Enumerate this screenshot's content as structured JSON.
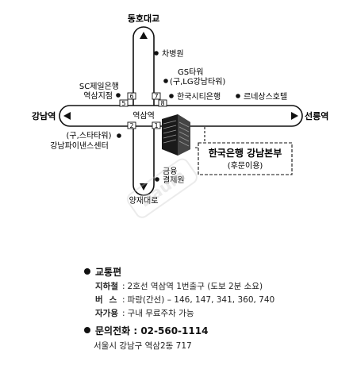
{
  "map": {
    "stations": {
      "north": "동호대교",
      "south": "양재대로",
      "west": "강남역",
      "east": "선릉역",
      "center": "역삼역"
    },
    "landmarks": {
      "cha_hospital": "차병원",
      "gs_tower_1": "GS타워",
      "gs_tower_2": "(구,LG강남타워)",
      "citibank": "한국시티은행",
      "renaissance": "르네상스호텔",
      "sc_bank_1": "SC제일은행",
      "sc_bank_2": "역삼지점",
      "star_tower_1": "(구,스타타워)",
      "star_tower_2": "강남파이낸스센터",
      "finance_1": "금융",
      "finance_2": "결제원"
    },
    "exits": [
      "1",
      "2",
      "5",
      "6",
      "7",
      "8"
    ],
    "destination": {
      "name": "한국은행 강남본부",
      "note": "(후문이용)"
    },
    "watermark": "Daum"
  },
  "info": {
    "transport_title": "교통편",
    "subway_label": "지하철",
    "subway_text": "2호선 역삼역 1번출구 (도보 2분 소요)",
    "bus_label": "버스",
    "bus_text": "파랑(간선) – 146, 147, 341, 360, 740",
    "car_label": "자가용",
    "car_text": "구내 무료주차 가능",
    "phone_label": "문의전화",
    "phone_number": "02-560-1114",
    "address": "서울시 강남구 역삼2동 717"
  }
}
